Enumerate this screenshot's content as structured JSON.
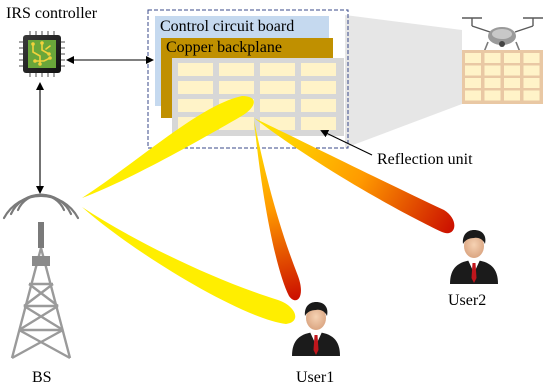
{
  "labels": {
    "irs_controller": "IRS controller",
    "control_board": "Control circuit board",
    "copper_backplane": "Copper backplane",
    "reflection_unit": "Reflection unit",
    "bs": "BS",
    "user1": "User1",
    "user2": "User2"
  },
  "colors": {
    "control_board": "#c5d9ef",
    "copper_backplane": "#c09000",
    "reflective_cell": "#fff3c8",
    "reflective_grid": "#d7d7d7",
    "beam_yellow": "#ffee00",
    "beam_red": "#cc1100",
    "dashed_box": "#3a4a8a"
  },
  "icons": [
    "chip-icon",
    "drone-icon",
    "base-station-tower-icon",
    "user-icon"
  ]
}
